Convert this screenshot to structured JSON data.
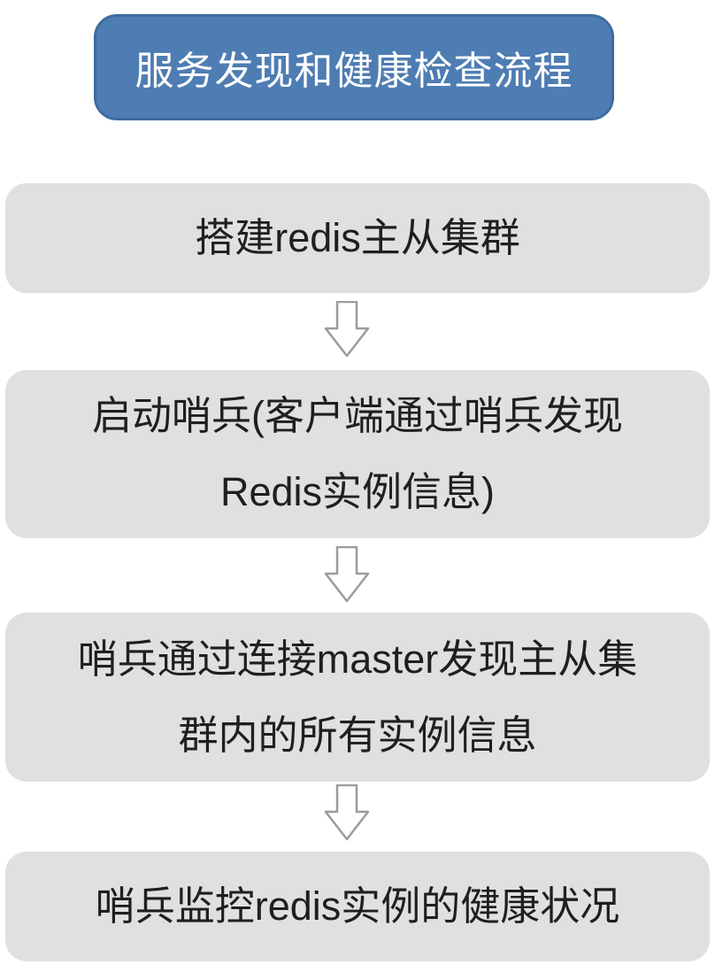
{
  "diagram": {
    "title": "服务发现和健康检查流程",
    "steps": [
      {
        "lines": [
          "搭建redis主从集群"
        ]
      },
      {
        "lines": [
          "启动哨兵(客户端通过哨兵发现",
          "Redis实例信息)"
        ]
      },
      {
        "lines": [
          "哨兵通过连接master发现主从集",
          "群内的所有实例信息"
        ]
      },
      {
        "lines": [
          "哨兵监控redis实例的健康状况"
        ]
      }
    ],
    "connector": "down-arrow",
    "colors": {
      "canvas_bg": "#FFFFFF",
      "title_bg": "#4E7DB3",
      "title_border": "#3E6CA0",
      "title_text": "#FFFFFF",
      "step_bg": "#E0E0E0",
      "step_text": "#1F1F1F",
      "arrow_fill": "#FFFFFF",
      "arrow_stroke": "#9C9C9C"
    }
  }
}
